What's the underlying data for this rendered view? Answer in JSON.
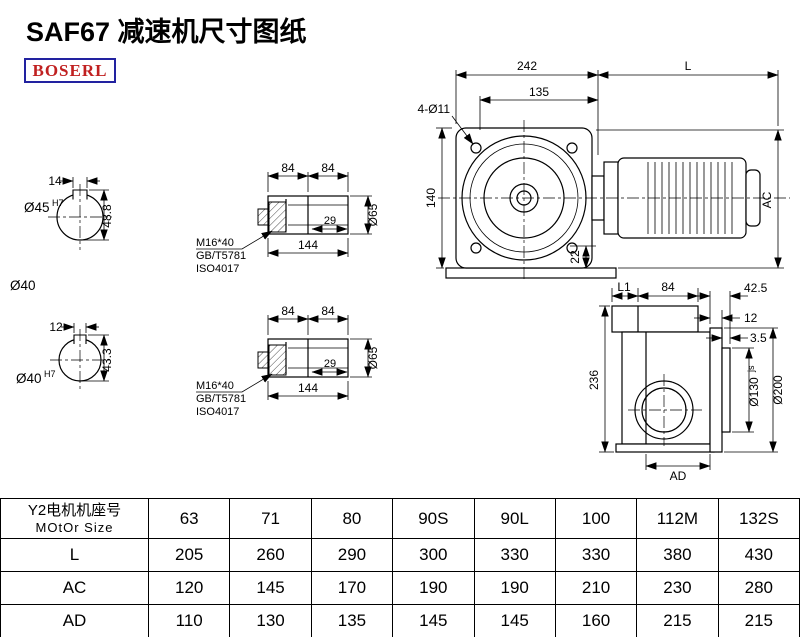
{
  "page": {
    "title": "SAF67 减速机尺寸图纸",
    "logo": "BOSERL"
  },
  "front_view": {
    "dim_width": "242",
    "dim_motor_len": "L",
    "dim_flange": "135",
    "dim_holes": "4-Ø11",
    "dim_height": "140",
    "dim_ac": "AC",
    "dim_foot": "22"
  },
  "bore_top": {
    "key_width": "14",
    "bore": "Ø45",
    "tol": "H7",
    "key_depth": "48.8",
    "shaft_label": "Ø40"
  },
  "bore_bottom": {
    "key_width": "12",
    "bore": "Ø40",
    "tol": "H7",
    "key_depth": "43.3"
  },
  "shaft_top": {
    "dim_a": "84",
    "dim_b": "84",
    "dim_c": "29",
    "dim_len": "144",
    "dim_dia": "Ø65",
    "bolt1": "M16*40",
    "bolt2": "GB/T5781",
    "bolt3": "ISO4017"
  },
  "shaft_bottom": {
    "dim_a": "84",
    "dim_b": "84",
    "dim_c": "29",
    "dim_len": "144",
    "dim_dia": "Ø65",
    "bolt1": "M16*40",
    "bolt2": "GB/T5781",
    "bolt3": "ISO4017"
  },
  "side_view": {
    "dim_l1": "L1",
    "dim_84": "84",
    "dim_42_5": "42.5",
    "dim_12": "12",
    "dim_3_5": "3.5",
    "dim_height": "236",
    "dim_d130": "Ø130",
    "dim_d130_suffix": "js",
    "dim_d200": "Ø200",
    "dim_ad": "AD"
  },
  "table": {
    "col0_line1": "Y2电机机座号",
    "col0_line2": "MOtOr Size",
    "sizes": [
      "63",
      "71",
      "80",
      "90S",
      "90L",
      "100",
      "112M",
      "132S"
    ],
    "rows": [
      {
        "label": "L",
        "values": [
          "205",
          "260",
          "290",
          "300",
          "330",
          "330",
          "380",
          "430"
        ]
      },
      {
        "label": "AC",
        "values": [
          "120",
          "145",
          "170",
          "190",
          "190",
          "210",
          "230",
          "280"
        ]
      },
      {
        "label": "AD",
        "values": [
          "110",
          "130",
          "135",
          "145",
          "145",
          "160",
          "215",
          "215"
        ]
      }
    ]
  }
}
